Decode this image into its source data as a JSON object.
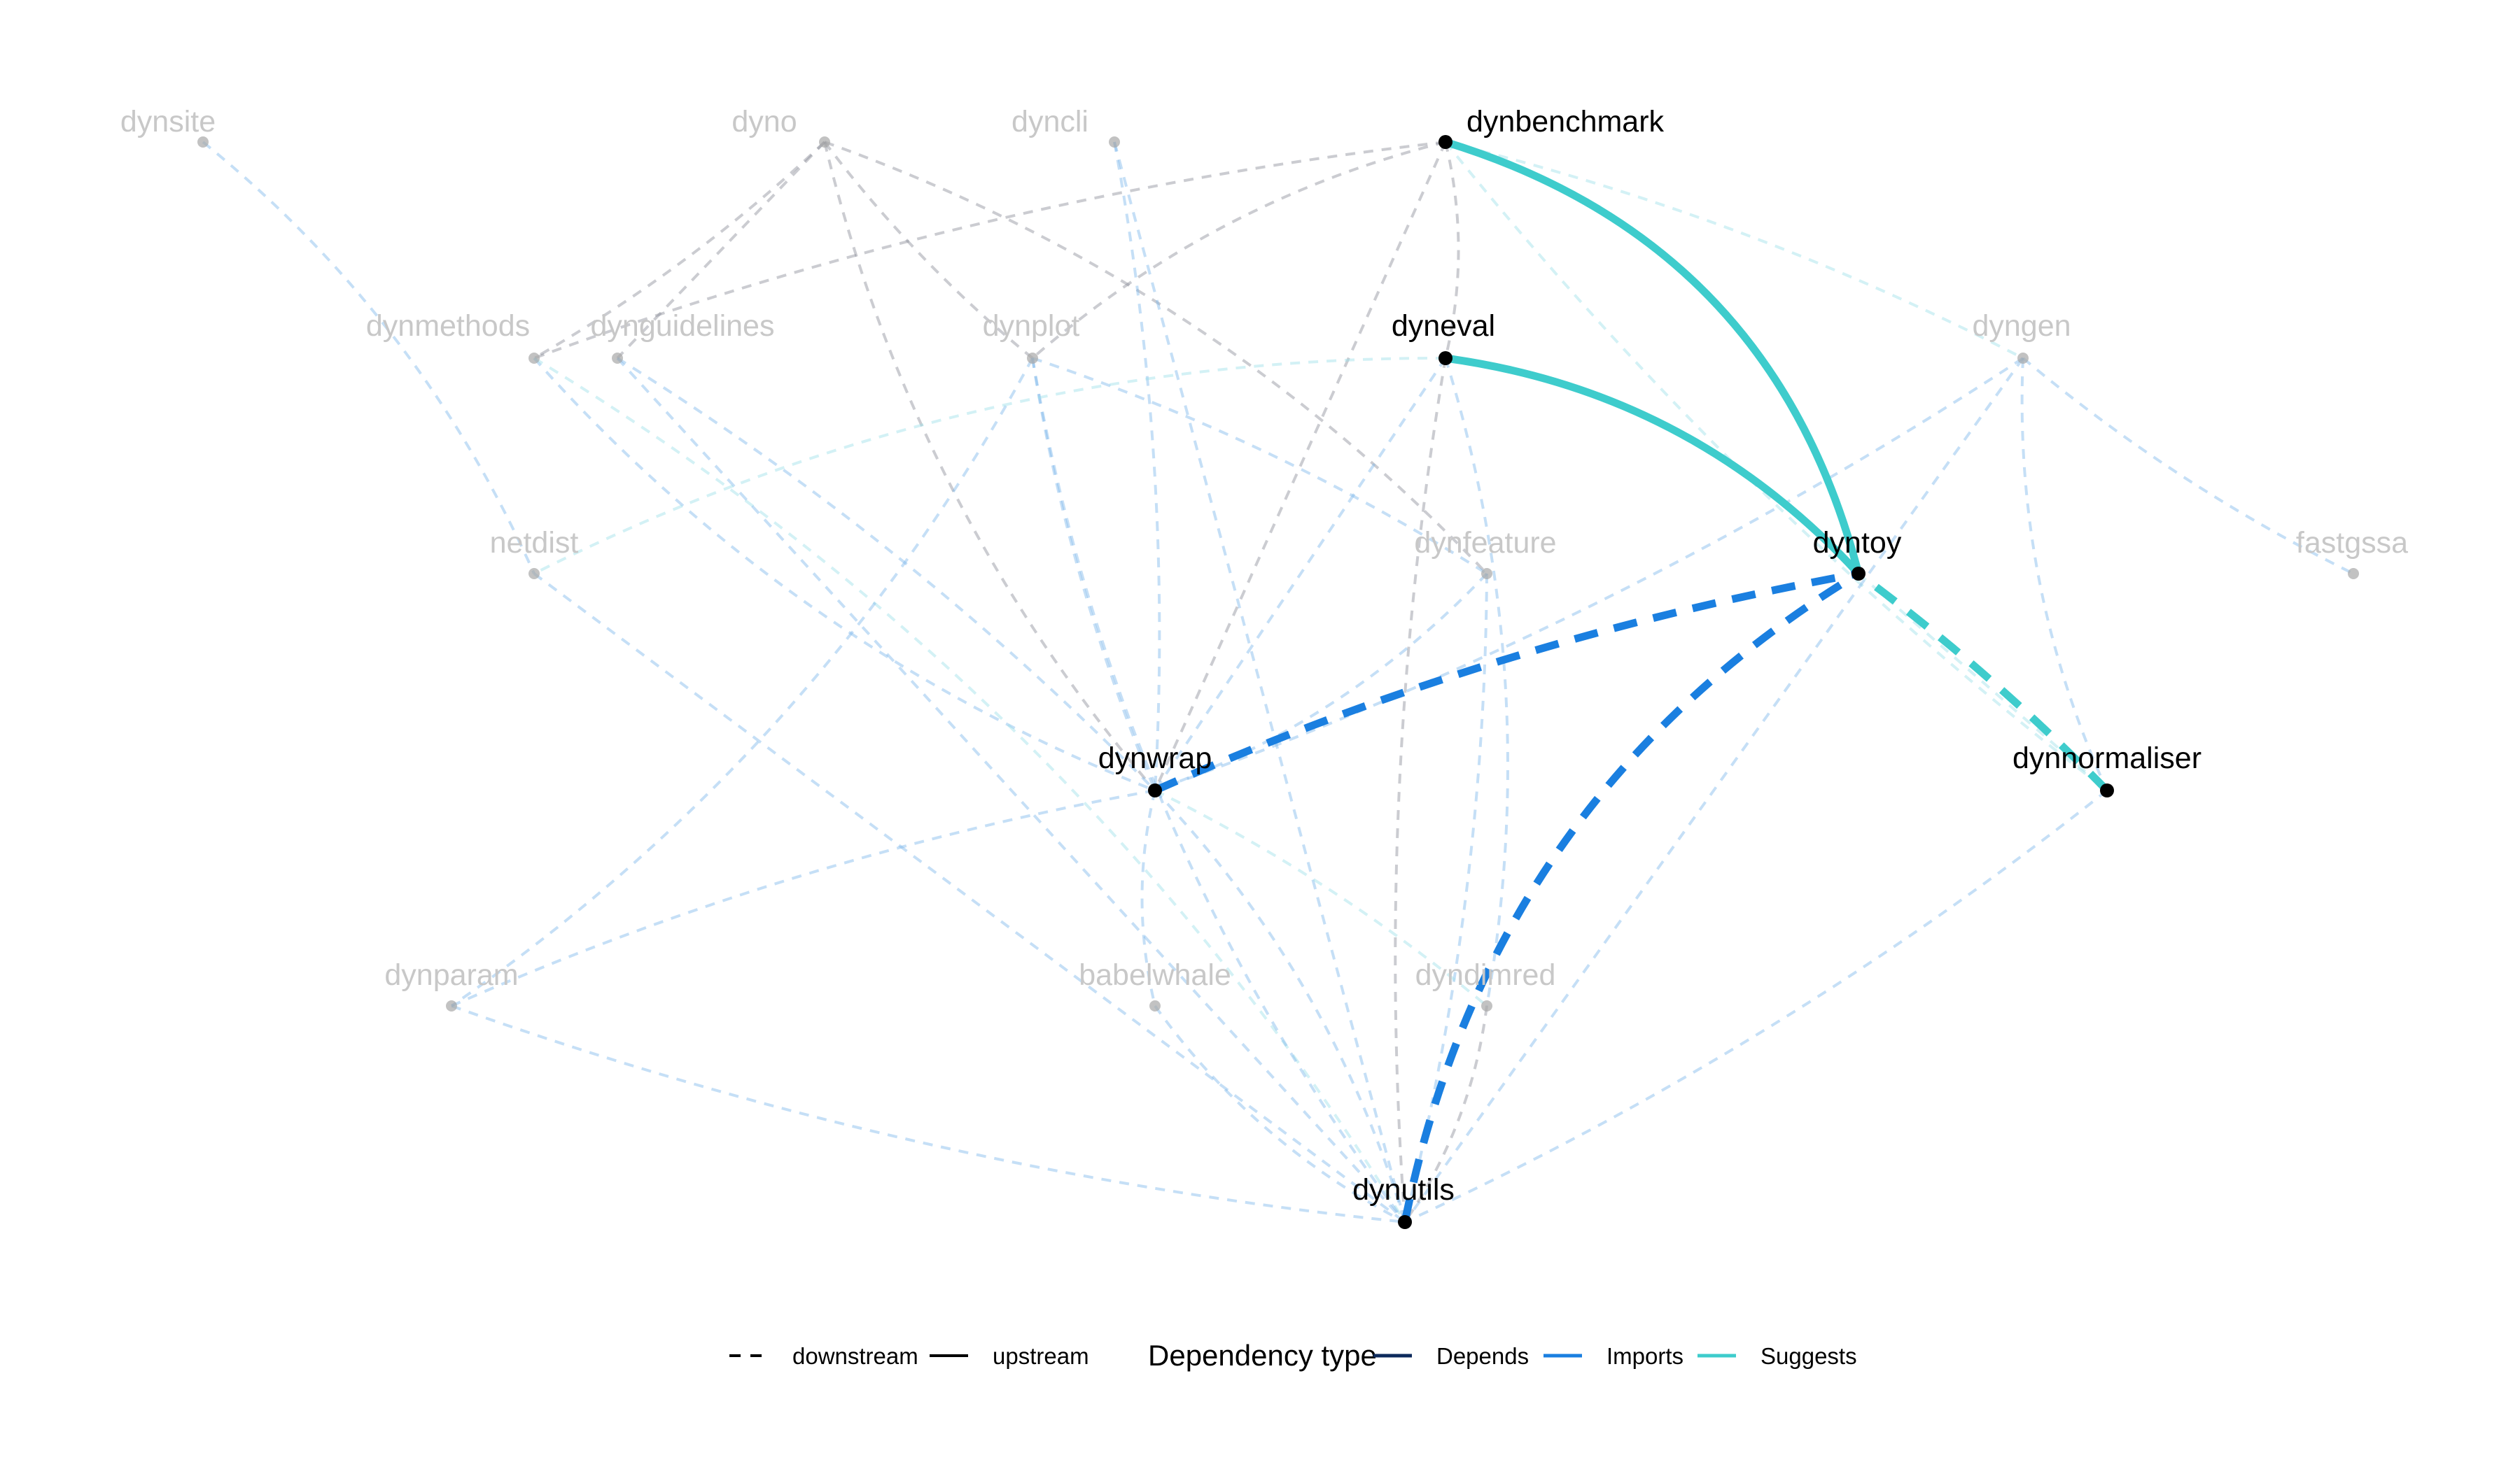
{
  "colors": {
    "depends": "#0d2a5c",
    "imports": "#1a7fe0",
    "suggests": "#3ecccc",
    "context_imports": "#7fb8ea",
    "context_depends": "#8c8f99",
    "context_suggests": "#9ee0e8",
    "active_node": "#000000",
    "inactive_node": "#c8c8c8"
  },
  "nodes": [
    {
      "id": "dynsite",
      "label": "dynsite",
      "active": false
    },
    {
      "id": "dyno",
      "label": "dyno",
      "active": false
    },
    {
      "id": "dyncli",
      "label": "dyncli",
      "active": false
    },
    {
      "id": "dynbenchmark",
      "label": "dynbenchmark",
      "active": true
    },
    {
      "id": "dynmethods",
      "label": "dynmethods",
      "active": false
    },
    {
      "id": "dynguidelines",
      "label": "dynguidelines",
      "active": false
    },
    {
      "id": "dynplot",
      "label": "dynplot",
      "active": false
    },
    {
      "id": "dyneval",
      "label": "dyneval",
      "active": true
    },
    {
      "id": "dyngen",
      "label": "dyngen",
      "active": false
    },
    {
      "id": "netdist",
      "label": "netdist",
      "active": false
    },
    {
      "id": "dynfeature",
      "label": "dynfeature",
      "active": false
    },
    {
      "id": "dyntoy",
      "label": "dyntoy",
      "active": true
    },
    {
      "id": "fastgssa",
      "label": "fastgssa",
      "active": false
    },
    {
      "id": "dynwrap",
      "label": "dynwrap",
      "active": true
    },
    {
      "id": "dynnormaliser",
      "label": "dynnormaliser",
      "active": true
    },
    {
      "id": "dynparam",
      "label": "dynparam",
      "active": false
    },
    {
      "id": "babelwhale",
      "label": "babelwhale",
      "active": false
    },
    {
      "id": "dyndimred",
      "label": "dyndimred",
      "active": false
    },
    {
      "id": "dynutils",
      "label": "dynutils",
      "active": true
    }
  ],
  "edges": [
    {
      "from": "dynbenchmark",
      "to": "dyntoy",
      "type": "suggests",
      "direction": "upstream",
      "highlight": true
    },
    {
      "from": "dyneval",
      "to": "dyntoy",
      "type": "suggests",
      "direction": "upstream",
      "highlight": true
    },
    {
      "from": "dynwrap",
      "to": "dyntoy",
      "type": "imports",
      "direction": "downstream",
      "highlight": true
    },
    {
      "from": "dynutils",
      "to": "dyntoy",
      "type": "imports",
      "direction": "downstream",
      "highlight": true
    },
    {
      "from": "dynnormaliser",
      "to": "dyntoy",
      "type": "suggests",
      "direction": "downstream",
      "highlight": true
    },
    {
      "from": "dynsite",
      "to": "netdist",
      "type": "imports",
      "direction": "downstream",
      "highlight": false
    },
    {
      "from": "dyno",
      "to": "dynmethods",
      "type": "depends",
      "direction": "downstream",
      "highlight": false
    },
    {
      "from": "dyno",
      "to": "dynguidelines",
      "type": "depends",
      "direction": "downstream",
      "highlight": false
    },
    {
      "from": "dyno",
      "to": "dynplot",
      "type": "depends",
      "direction": "downstream",
      "highlight": false
    },
    {
      "from": "dyno",
      "to": "dynwrap",
      "type": "depends",
      "direction": "downstream",
      "highlight": false
    },
    {
      "from": "dyno",
      "to": "dynfeature",
      "type": "depends",
      "direction": "downstream",
      "highlight": false
    },
    {
      "from": "dyncli",
      "to": "dynwrap",
      "type": "imports",
      "direction": "downstream",
      "highlight": false
    },
    {
      "from": "dyncli",
      "to": "dynutils",
      "type": "imports",
      "direction": "downstream",
      "highlight": false
    },
    {
      "from": "dynbenchmark",
      "to": "dynmethods",
      "type": "depends",
      "direction": "downstream",
      "highlight": false
    },
    {
      "from": "dynbenchmark",
      "to": "dynplot",
      "type": "depends",
      "direction": "downstream",
      "highlight": false
    },
    {
      "from": "dynbenchmark",
      "to": "dyneval",
      "type": "depends",
      "direction": "downstream",
      "highlight": false
    },
    {
      "from": "dynbenchmark",
      "to": "dyngen",
      "type": "suggests",
      "direction": "downstream",
      "highlight": false
    },
    {
      "from": "dynbenchmark",
      "to": "dynwrap",
      "type": "depends",
      "direction": "downstream",
      "highlight": false
    },
    {
      "from": "dynbenchmark",
      "to": "dynnormaliser",
      "type": "suggests",
      "direction": "downstream",
      "highlight": false
    },
    {
      "from": "dynmethods",
      "to": "dynwrap",
      "type": "imports",
      "direction": "downstream",
      "highlight": false
    },
    {
      "from": "dynmethods",
      "to": "dynutils",
      "type": "suggests",
      "direction": "downstream",
      "highlight": false
    },
    {
      "from": "dynguidelines",
      "to": "dynwrap",
      "type": "imports",
      "direction": "downstream",
      "highlight": false
    },
    {
      "from": "dynguidelines",
      "to": "dynutils",
      "type": "imports",
      "direction": "downstream",
      "highlight": false
    },
    {
      "from": "dynplot",
      "to": "dynwrap",
      "type": "imports",
      "direction": "downstream",
      "highlight": false
    },
    {
      "from": "dynplot",
      "to": "dynutils",
      "type": "imports",
      "direction": "downstream",
      "highlight": false
    },
    {
      "from": "dynplot",
      "to": "dynparam",
      "type": "imports",
      "direction": "downstream",
      "highlight": false
    },
    {
      "from": "dynplot",
      "to": "dynfeature",
      "type": "imports",
      "direction": "downstream",
      "highlight": false
    },
    {
      "from": "dyneval",
      "to": "dynwrap",
      "type": "imports",
      "direction": "downstream",
      "highlight": false
    },
    {
      "from": "dyneval",
      "to": "dynutils",
      "type": "depends",
      "direction": "downstream",
      "highlight": false
    },
    {
      "from": "dyneval",
      "to": "netdist",
      "type": "suggests",
      "direction": "downstream",
      "highlight": false
    },
    {
      "from": "dyneval",
      "to": "dyndimred",
      "type": "imports",
      "direction": "downstream",
      "highlight": false
    },
    {
      "from": "dyngen",
      "to": "dynwrap",
      "type": "imports",
      "direction": "downstream",
      "highlight": false
    },
    {
      "from": "dyngen",
      "to": "dynutils",
      "type": "imports",
      "direction": "downstream",
      "highlight": false
    },
    {
      "from": "dyngen",
      "to": "fastgssa",
      "type": "imports",
      "direction": "downstream",
      "highlight": false
    },
    {
      "from": "dyngen",
      "to": "dynnormaliser",
      "type": "imports",
      "direction": "downstream",
      "highlight": false
    },
    {
      "from": "dynfeature",
      "to": "dynwrap",
      "type": "imports",
      "direction": "downstream",
      "highlight": false
    },
    {
      "from": "dynfeature",
      "to": "dynutils",
      "type": "imports",
      "direction": "downstream",
      "highlight": false
    },
    {
      "from": "dyntoy",
      "to": "dynnormaliser",
      "type": "suggests",
      "direction": "downstream",
      "highlight": false
    },
    {
      "from": "dynwrap",
      "to": "dynparam",
      "type": "imports",
      "direction": "downstream",
      "highlight": false
    },
    {
      "from": "dynwrap",
      "to": "babelwhale",
      "type": "imports",
      "direction": "downstream",
      "highlight": false
    },
    {
      "from": "dynwrap",
      "to": "dynutils",
      "type": "imports",
      "direction": "downstream",
      "highlight": false
    },
    {
      "from": "dynwrap",
      "to": "dyndimred",
      "type": "suggests",
      "direction": "downstream",
      "highlight": false
    },
    {
      "from": "netdist",
      "to": "dynutils",
      "type": "imports",
      "direction": "downstream",
      "highlight": false
    },
    {
      "from": "dynparam",
      "to": "dynutils",
      "type": "imports",
      "direction": "downstream",
      "highlight": false
    },
    {
      "from": "babelwhale",
      "to": "dynutils",
      "type": "imports",
      "direction": "downstream",
      "highlight": false
    },
    {
      "from": "dyndimred",
      "to": "dynutils",
      "type": "depends",
      "direction": "downstream",
      "highlight": false
    },
    {
      "from": "dynnormaliser",
      "to": "dynutils",
      "type": "imports",
      "direction": "downstream",
      "highlight": false
    }
  ],
  "legend": {
    "linetype_items": [
      {
        "label": "downstream",
        "style": "dashed"
      },
      {
        "label": "upstream",
        "style": "solid"
      }
    ],
    "color_title": "Dependency type",
    "color_items": [
      {
        "label": "Depends",
        "key": "depends"
      },
      {
        "label": "Imports",
        "key": "imports"
      },
      {
        "label": "Suggests",
        "key": "suggests"
      }
    ]
  }
}
